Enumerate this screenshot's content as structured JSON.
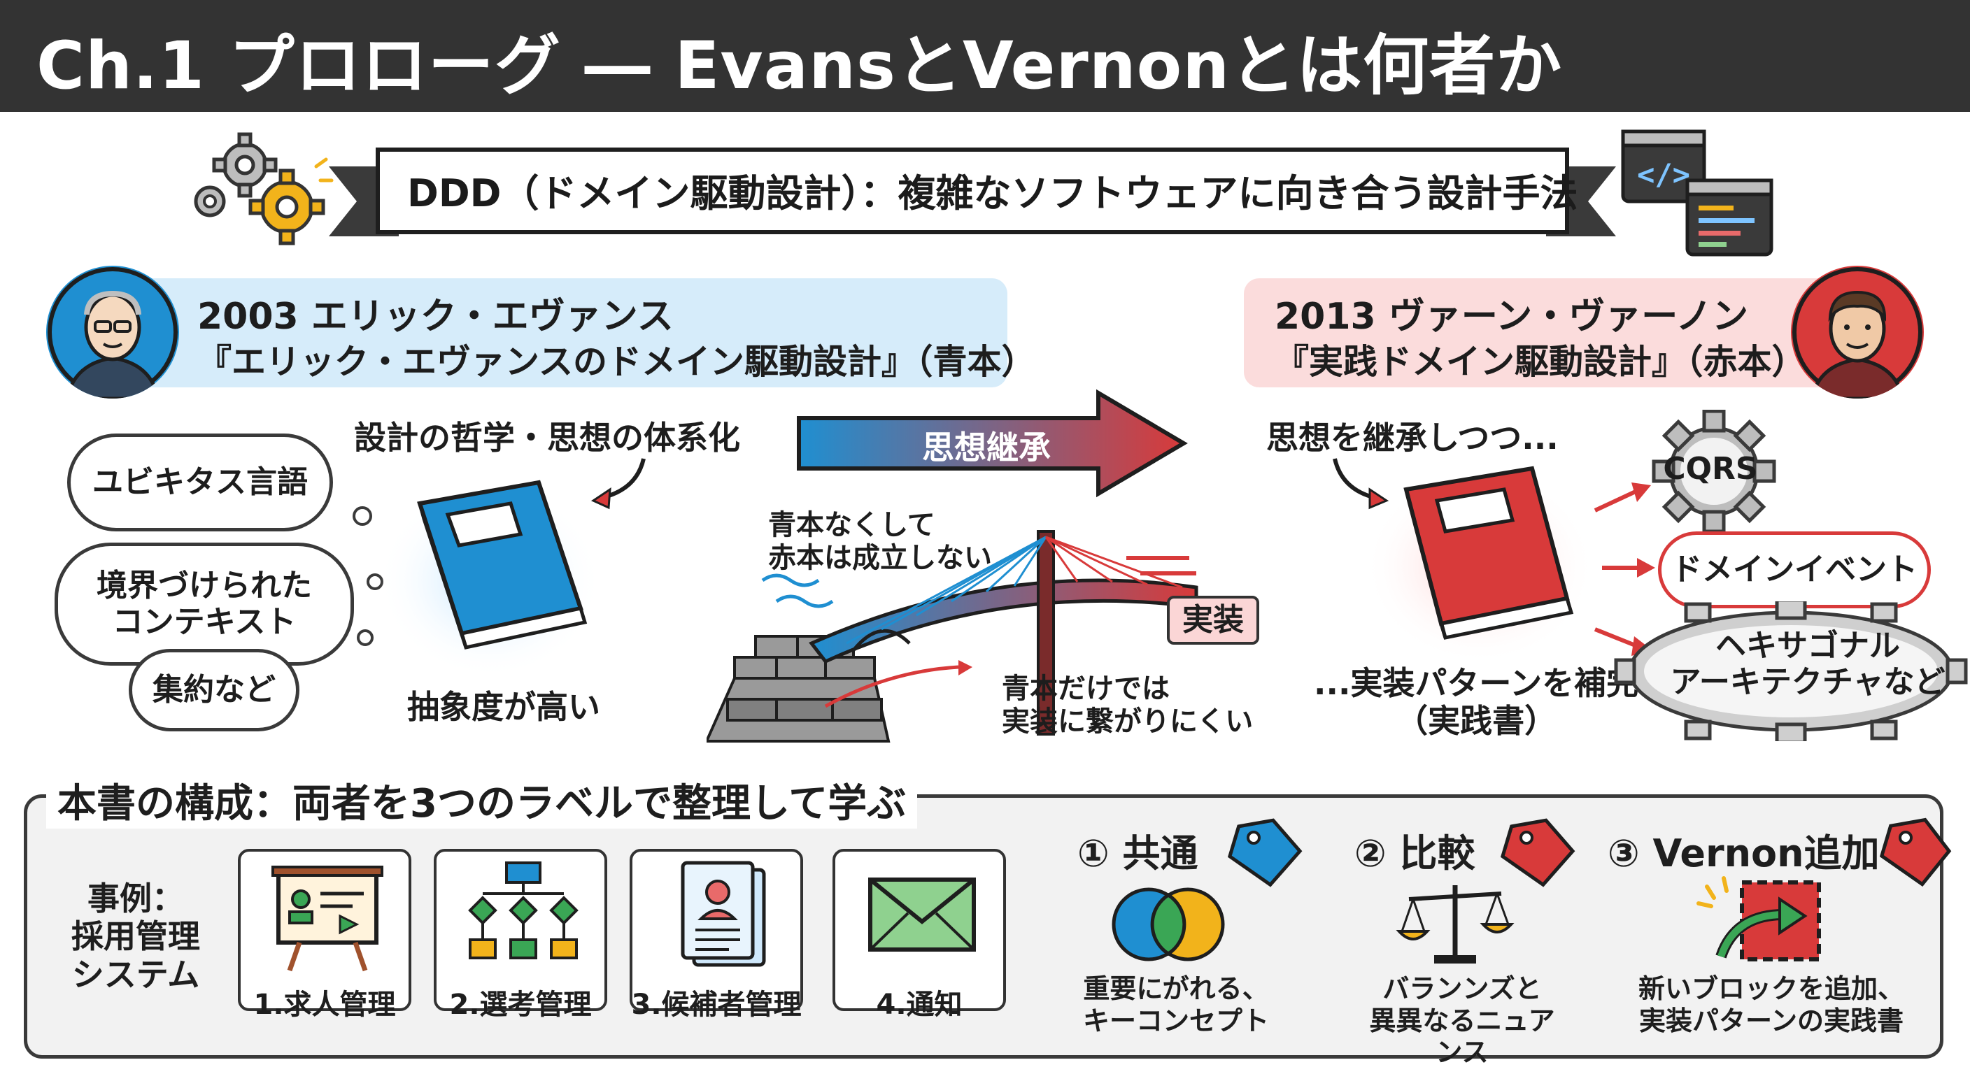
{
  "title": "Ch.1 プロローグ ― EvansとVernonとは何者か",
  "banner": "DDD（ドメイン駆動設計）：複雑なソフトウェアに向き合う設計手法",
  "evans": {
    "line1": "2003 エリック・エヴァンス",
    "line2": "『エリック・エヴァンスのドメイン駆動設計』（青本）",
    "philosophy": "設計の哲学・思想の体系化",
    "abstract": "抽象度が高い",
    "clouds": [
      "ユビキタス言語",
      "境界づけられた\nコンテキスト",
      "集約など"
    ],
    "book_color": "#1f8fd1"
  },
  "vernon": {
    "line1": "2013 ヴァーン・ヴァーノン",
    "line2": "『実践ドメイン駆動設計』（赤本）",
    "inherit": "思想を継承しつつ...",
    "complement": "...実装パターンを補完\n（実践書）",
    "patterns": [
      "CQRS",
      "ドメインイベント",
      "ヘキサゴナル\nアーキテクチャなど"
    ],
    "book_color": "#d83a3a"
  },
  "middle": {
    "arrow_label": "思想継承",
    "note_top": "青本なくして\n赤本は成立しない",
    "note_bottom": "青本だけでは\n実装に繋がりにくい",
    "impl_tag": "実装"
  },
  "structure": {
    "heading": "本書の構成：両者を3つのラベルで整理して学ぶ",
    "case_label": "事例：\n採用管理\nシステム",
    "modules": [
      {
        "label": "1.求人管理",
        "icon": "presentation-board-icon"
      },
      {
        "label": "2.選考管理",
        "icon": "flowchart-icon"
      },
      {
        "label": "3.候補者管理",
        "icon": "candidate-profile-icon"
      },
      {
        "label": "4.通知",
        "icon": "envelope-icon"
      }
    ],
    "labels": [
      {
        "head": "① 共通",
        "desc": "重要にがれる、\nキーコンセプト",
        "tag_color": "#1f8fd1",
        "icon": "venn-diagram-icon"
      },
      {
        "head": "② 比較",
        "desc": "バランンズと\n異異なるニュアンス",
        "tag_color": "#d83a3a",
        "icon": "balance-scale-icon"
      },
      {
        "head": "③ Vernon追加",
        "desc": "新いブロックを追加、\n実装パターンの実践書",
        "tag_color": "#d83a3a",
        "icon": "add-block-icon"
      }
    ]
  },
  "colors": {
    "blue": "#1f8fd1",
    "red": "#d83a3a",
    "dark": "#333333",
    "gear_yellow": "#f2b31b"
  }
}
